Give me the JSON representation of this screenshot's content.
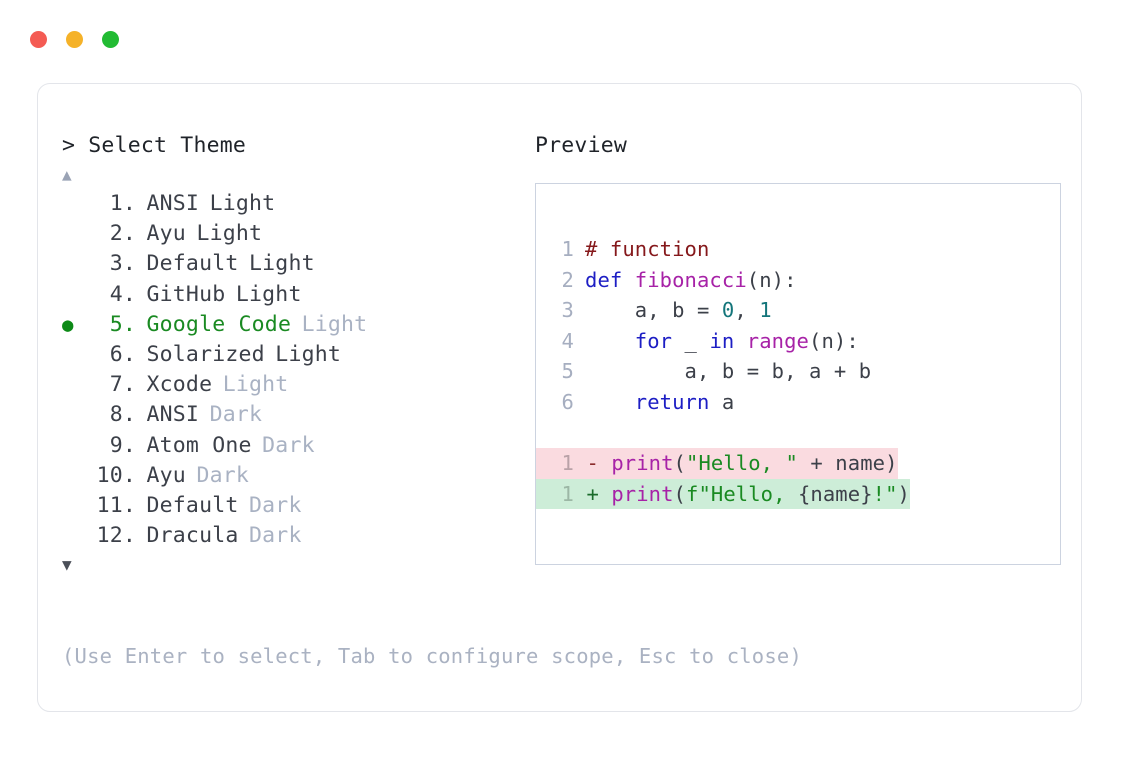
{
  "window": {
    "traffic_lights": [
      {
        "name": "close",
        "color": "#f45b53"
      },
      {
        "name": "minimize",
        "color": "#f5b229"
      },
      {
        "name": "maximize",
        "color": "#22bb33"
      }
    ]
  },
  "selector": {
    "prompt": "> Select Theme",
    "scroll_up": "▲",
    "scroll_down": "▼",
    "selected_index": 5,
    "bullet": "●",
    "separator": ".",
    "items": [
      {
        "index": "1.",
        "name": "ANSI",
        "variant": "Light",
        "variant_dim": false,
        "selected": false
      },
      {
        "index": "2.",
        "name": "Ayu",
        "variant": "Light",
        "variant_dim": false,
        "selected": false
      },
      {
        "index": "3.",
        "name": "Default",
        "variant": "Light",
        "variant_dim": false,
        "selected": false
      },
      {
        "index": "4.",
        "name": "GitHub",
        "variant": "Light",
        "variant_dim": false,
        "selected": false
      },
      {
        "index": "5.",
        "name": "Google Code",
        "variant": "Light",
        "variant_dim": true,
        "selected": true
      },
      {
        "index": "6.",
        "name": "Solarized",
        "variant": "Light",
        "variant_dim": false,
        "selected": false
      },
      {
        "index": "7.",
        "name": "Xcode",
        "variant": "Light",
        "variant_dim": true,
        "selected": false
      },
      {
        "index": "8.",
        "name": "ANSI",
        "variant": "Dark",
        "variant_dim": true,
        "selected": false
      },
      {
        "index": "9.",
        "name": "Atom One",
        "variant": "Dark",
        "variant_dim": true,
        "selected": false
      },
      {
        "index": "10.",
        "name": "Ayu",
        "variant": "Dark",
        "variant_dim": true,
        "selected": false
      },
      {
        "index": "11.",
        "name": "Default",
        "variant": "Dark",
        "variant_dim": true,
        "selected": false
      },
      {
        "index": "12.",
        "name": "Dracula",
        "variant": "Dark",
        "variant_dim": true,
        "selected": false
      }
    ],
    "hint": "(Use Enter to select, Tab to configure scope, Esc to close)"
  },
  "preview": {
    "title": "Preview",
    "code_lines": [
      {
        "no": "1",
        "tokens": [
          {
            "t": "# function",
            "c": "t-comment"
          }
        ]
      },
      {
        "no": "2",
        "tokens": [
          {
            "t": "def ",
            "c": "t-kw"
          },
          {
            "t": "fibonacci",
            "c": "t-fn"
          },
          {
            "t": "(n):",
            "c": "t-plain"
          }
        ]
      },
      {
        "no": "3",
        "tokens": [
          {
            "t": "    a, b = ",
            "c": "t-plain"
          },
          {
            "t": "0",
            "c": "t-num"
          },
          {
            "t": ", ",
            "c": "t-plain"
          },
          {
            "t": "1",
            "c": "t-num"
          }
        ]
      },
      {
        "no": "4",
        "tokens": [
          {
            "t": "    ",
            "c": "t-plain"
          },
          {
            "t": "for",
            "c": "t-kw"
          },
          {
            "t": " _ ",
            "c": "t-plain"
          },
          {
            "t": "in",
            "c": "t-kw"
          },
          {
            "t": " ",
            "c": "t-plain"
          },
          {
            "t": "range",
            "c": "t-fn"
          },
          {
            "t": "(n):",
            "c": "t-plain"
          }
        ]
      },
      {
        "no": "5",
        "tokens": [
          {
            "t": "        a, b = b, a + b",
            "c": "t-plain"
          }
        ]
      },
      {
        "no": "6",
        "tokens": [
          {
            "t": "    ",
            "c": "t-plain"
          },
          {
            "t": "return",
            "c": "t-kw"
          },
          {
            "t": " a",
            "c": "t-plain"
          }
        ]
      }
    ],
    "diff_lines": [
      {
        "no": "1",
        "kind": "del",
        "sign": "-",
        "tokens": [
          {
            "t": "print",
            "c": "t-fn"
          },
          {
            "t": "(",
            "c": "t-plain"
          },
          {
            "t": "\"Hello, \"",
            "c": "t-str"
          },
          {
            "t": " + name)",
            "c": "t-plain"
          }
        ]
      },
      {
        "no": "1",
        "kind": "add",
        "sign": "+",
        "tokens": [
          {
            "t": "print",
            "c": "t-fn"
          },
          {
            "t": "(",
            "c": "t-plain"
          },
          {
            "t": "f\"Hello, ",
            "c": "t-str"
          },
          {
            "t": "{name}",
            "c": "t-plain"
          },
          {
            "t": "!\"",
            "c": "t-str"
          },
          {
            "t": ")",
            "c": "t-plain"
          }
        ]
      }
    ]
  },
  "colors": {
    "accent_green": "#1a8a22",
    "dim_text": "#a9b2c3",
    "body_text": "#3c4049",
    "diff_del_bg": "#fadbe0",
    "diff_add_bg": "#cdedd8",
    "card_border": "#e3e5ea",
    "code_border": "#ccd3e0"
  }
}
